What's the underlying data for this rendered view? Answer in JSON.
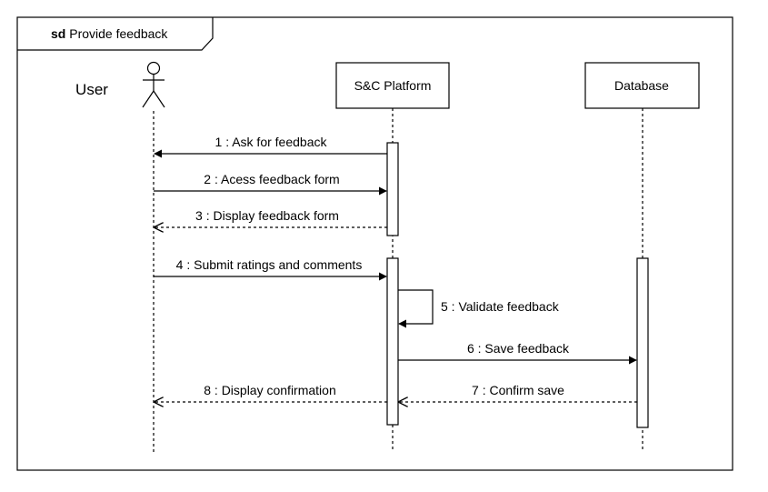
{
  "frame": {
    "keyword": "sd",
    "title": "Provide feedback"
  },
  "actor": {
    "label": "User"
  },
  "lifelines": {
    "platform": "S&C Platform",
    "database": "Database"
  },
  "messages": [
    {
      "label": "1 : Ask for feedback",
      "from": "platform",
      "to": "user",
      "kind": "sync"
    },
    {
      "label": "2 : Acess feedback form",
      "from": "user",
      "to": "platform",
      "kind": "sync"
    },
    {
      "label": "3 : Display feedback form",
      "from": "platform",
      "to": "user",
      "kind": "return"
    },
    {
      "label": "4 : Submit ratings and comments",
      "from": "user",
      "to": "platform",
      "kind": "sync"
    },
    {
      "label": "5 : Validate feedback",
      "from": "platform",
      "to": "platform",
      "kind": "self"
    },
    {
      "label": "6 : Save feedback",
      "from": "platform",
      "to": "database",
      "kind": "sync"
    },
    {
      "label": "7 : Confirm save",
      "from": "database",
      "to": "platform",
      "kind": "return"
    },
    {
      "label": "8 : Display confirmation",
      "from": "platform",
      "to": "user",
      "kind": "return"
    }
  ]
}
